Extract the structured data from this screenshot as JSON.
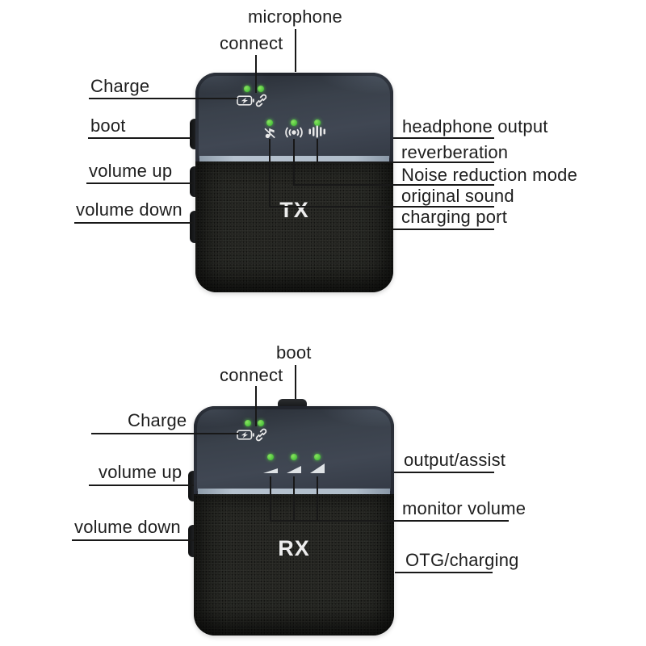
{
  "tx": {
    "name": "TX",
    "labels": {
      "microphone": "microphone",
      "connect": "connect",
      "charge": "Charge",
      "boot": "boot",
      "volume_up": "volume up",
      "volume_down": "volume down",
      "headphone_output": "headphone output",
      "reverberation": "reverberation",
      "noise_reduction": "Noise reduction mode",
      "original_sound": "original sound",
      "charging_port": "charging port"
    },
    "status_icons": [
      "battery-charge-icon",
      "link-icon"
    ],
    "mode_icons": [
      "noise-off-icon",
      "radio-signal-icon",
      "equalizer-icon"
    ],
    "led_count": 5
  },
  "rx": {
    "name": "RX",
    "labels": {
      "boot": "boot",
      "connect": "connect",
      "charge": "Charge",
      "volume_up": "volume up",
      "volume_down": "volume down",
      "output_assist": "output/assist",
      "monitor_volume": "monitor volume",
      "otg_charging": "OTG/charging"
    },
    "status_icons": [
      "battery-charge-icon",
      "link-icon"
    ],
    "mode_icons": [
      "volume-wedge-small-icon",
      "volume-wedge-medium-icon",
      "volume-wedge-large-icon"
    ],
    "led_count": 5
  },
  "colors": {
    "led_green": "#3fc43c",
    "panel_dark": "#3a414b",
    "divider_strip": "#aab7c4",
    "body_black": "#242521",
    "annotation_line": "#181818",
    "icon_white": "#e8e8e8",
    "background": "#ffffff"
  }
}
